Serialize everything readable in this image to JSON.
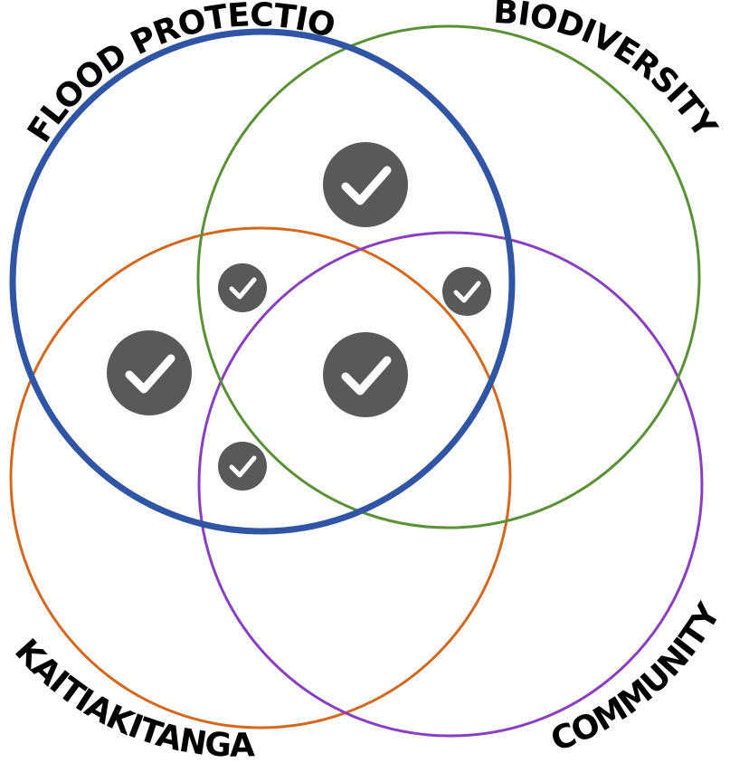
{
  "diagram": {
    "type": "venn",
    "sets": [
      {
        "id": "flood",
        "label": "FLOOD PROTECTION",
        "color": "#2f55a4"
      },
      {
        "id": "biodiversity",
        "label": "BIODIVERSITY",
        "color": "#5a9136"
      },
      {
        "id": "kaitiakitanga",
        "label": "KAITIAKITANGA",
        "color": "#d2691e"
      },
      {
        "id": "community",
        "label": "COMMUNITY",
        "color": "#8a3fc0"
      }
    ],
    "checked_regions": [
      {
        "sets": [
          "flood",
          "biodiversity"
        ],
        "icon": "check-icon"
      },
      {
        "sets": [
          "flood",
          "kaitiakitanga"
        ],
        "icon": "check-icon"
      },
      {
        "sets": [
          "flood",
          "biodiversity",
          "kaitiakitanga"
        ],
        "icon": "check-icon"
      },
      {
        "sets": [
          "flood",
          "biodiversity",
          "community"
        ],
        "icon": "check-icon"
      },
      {
        "sets": [
          "flood",
          "biodiversity",
          "kaitiakitanga",
          "community"
        ],
        "icon": "check-icon"
      },
      {
        "sets": [
          "flood",
          "kaitiakitanga",
          "community"
        ],
        "icon": "check-icon"
      }
    ],
    "check_color": "#595959"
  }
}
